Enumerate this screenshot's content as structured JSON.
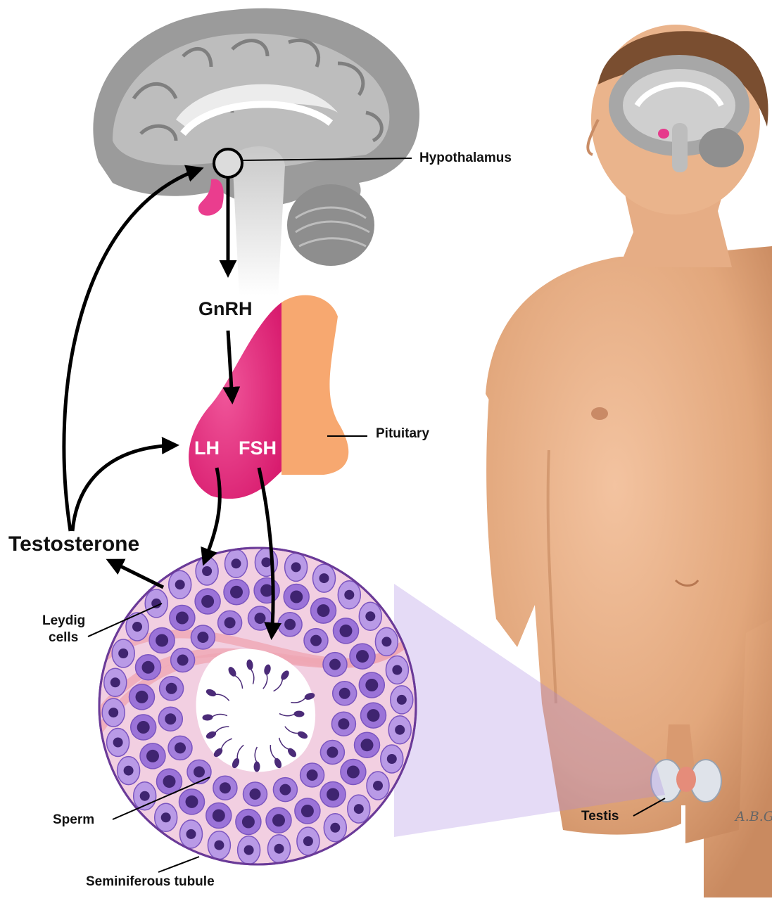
{
  "labels": {
    "hypothalamus": "Hypothalamus",
    "gnrh": "GnRH",
    "lh": "LH",
    "fsh": "FSH",
    "pituitary": "Pituitary",
    "testosterone": "Testosterone",
    "leydig_line1": "Leydig",
    "leydig_line2": "cells",
    "sperm": "Sperm",
    "seminiferous": "Seminiferous tubule",
    "testis": "Testis",
    "signature": "A.B.G."
  },
  "colors": {
    "brain_gray": "#9a9a9a",
    "pituitary_pink": "#e4267a",
    "pituitary_orange": "#f7a870",
    "skin": "#e5a97f",
    "cell_purple": "#9a6fd6",
    "tubule_pink": "#f6d6d6",
    "arrow": "#000000"
  }
}
